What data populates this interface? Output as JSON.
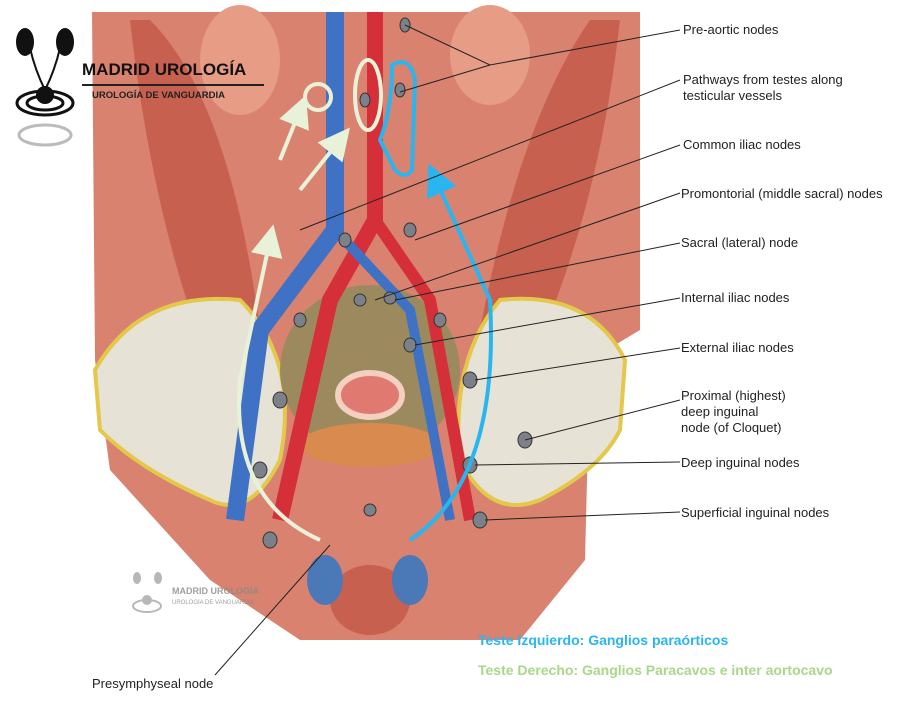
{
  "logo": {
    "title": "MADRID UROLOGÍA",
    "subtitle": "UROLOGÍA DE VANGUARDIA"
  },
  "watermark": {
    "title": "MADRID UROLOGÍA",
    "subtitle": "UROLOGÍA DE VANGUARDIA"
  },
  "labels": {
    "pre_aortic": "Pre-aortic nodes",
    "pathways_1": "Pathways from testes along",
    "pathways_2": "testicular vessels",
    "common_iliac": "Common iliac nodes",
    "promontorial": "Promontorial (middle sacral) nodes",
    "sacral": "Sacral (lateral) node",
    "internal_iliac": "Internal iliac nodes",
    "external_iliac": "External iliac nodes",
    "cloquet_1": "Proximal (highest)",
    "cloquet_2": "deep inguinal",
    "cloquet_3": "node (of Cloquet)",
    "deep_inguinal": "Deep inguinal nodes",
    "superficial_inguinal": "Superficial inguinal nodes",
    "presymphyseal": "Presymphyseal node"
  },
  "legend": {
    "left_testis": "Teste Izquierdo: Ganglios paraórticos",
    "right_testis": "Teste Derecho: Ganglios Paracavos e inter aortocavo"
  },
  "colors": {
    "left_path": "#29b6f0",
    "right_path": "#c9e6b0",
    "legend_right": "#a8d88a"
  }
}
